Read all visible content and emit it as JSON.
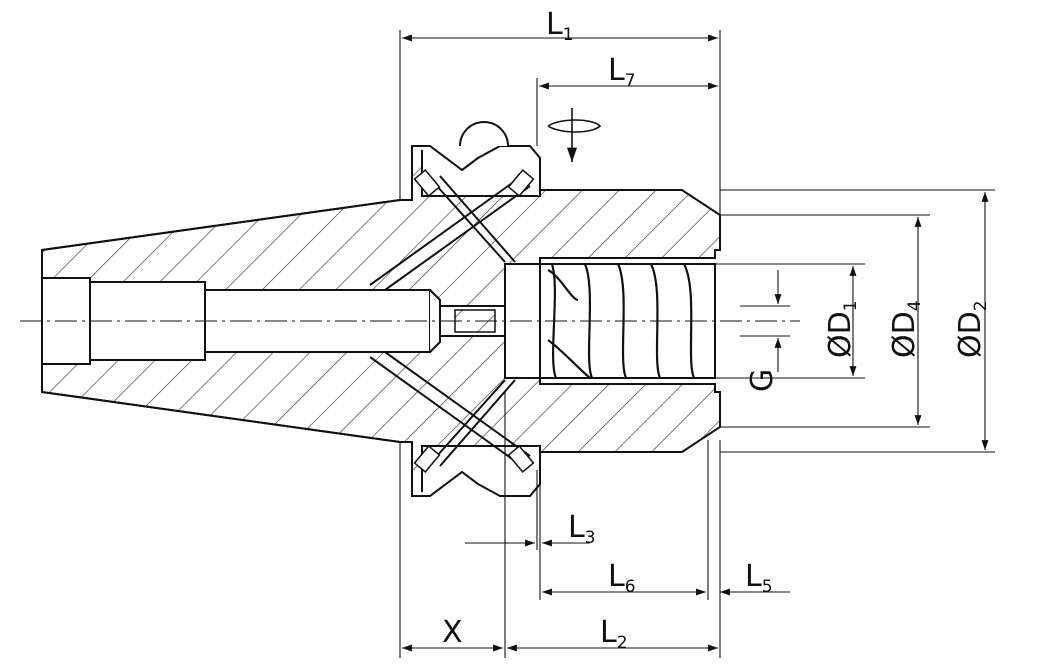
{
  "dimensions": {
    "L1": {
      "main": "L",
      "sub": "1"
    },
    "L7": {
      "main": "L",
      "sub": "7"
    },
    "L3": {
      "main": "L",
      "sub": "3"
    },
    "L6": {
      "main": "L",
      "sub": "6"
    },
    "L5": {
      "main": "L",
      "sub": "5"
    },
    "L2": {
      "main": "L",
      "sub": "2"
    },
    "X": {
      "main": "X"
    },
    "G": {
      "main": "G"
    },
    "D1": {
      "main": "ØD",
      "sub": "1"
    },
    "D4": {
      "main": "ØD",
      "sub": "4"
    },
    "D2": {
      "main": "ØD",
      "sub": "2"
    }
  },
  "colors": {
    "line": "#111111",
    "hatch": "#333333",
    "background": "#ffffff"
  }
}
